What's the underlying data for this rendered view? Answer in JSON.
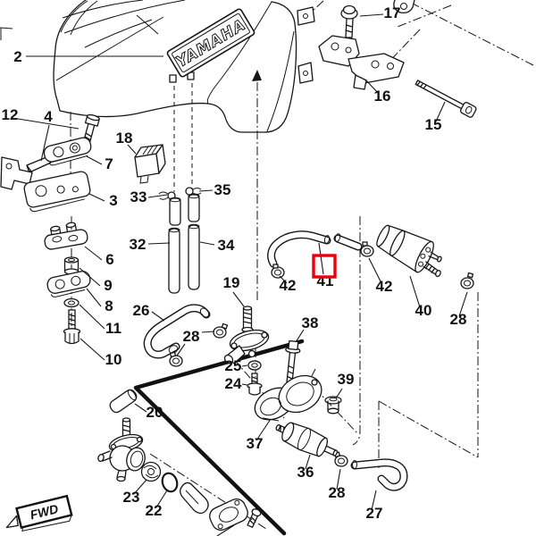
{
  "diagram": {
    "brand_logo": "YAMAHA",
    "fwd_label": "FWD",
    "highlight_color": "#e8000d",
    "line_color": "#161616",
    "background_color": "#ffffff"
  },
  "callouts": {
    "c2": "2",
    "c3": "3",
    "c4": "4",
    "c6": "6",
    "c7": "7",
    "c8": "8",
    "c9": "9",
    "c10": "10",
    "c11": "11",
    "c12": "12",
    "c15": "15",
    "c16": "16",
    "c17": "17",
    "c18": "18",
    "c19": "19",
    "c20": "20",
    "c22": "22",
    "c23": "23",
    "c24": "24",
    "c25": "25",
    "c26": "26",
    "c27": "27",
    "c28a": "28",
    "c28b": "28",
    "c28c": "28",
    "c32": "32",
    "c33": "33",
    "c34": "34",
    "c35": "35",
    "c36": "36",
    "c37": "37",
    "c38": "38",
    "c39": "39",
    "c40": "40",
    "c41": "41",
    "c42a": "42",
    "c42b": "42"
  }
}
